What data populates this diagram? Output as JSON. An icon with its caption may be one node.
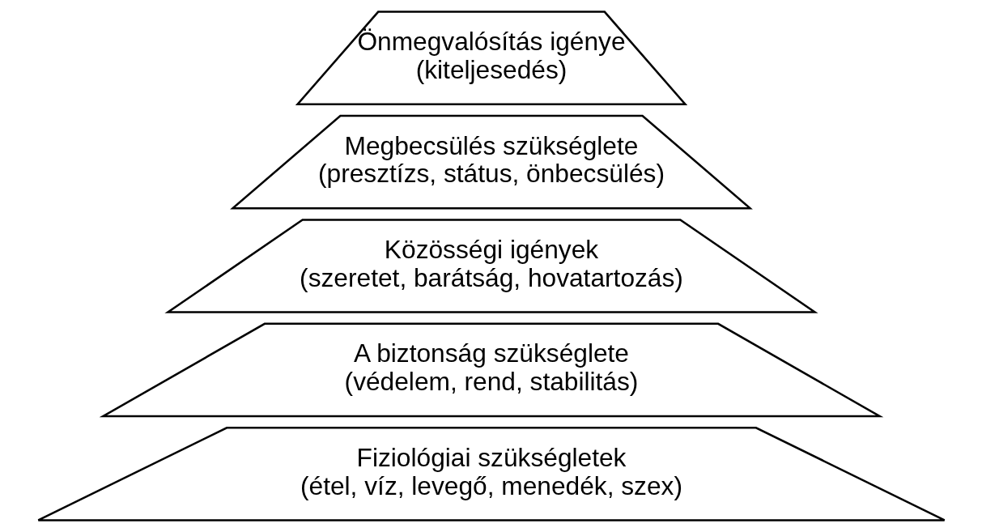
{
  "diagram": {
    "nodes": [
      {
        "text": [
          "Önmegvalósítás igénye",
          "(kiteljesedés)"
        ]
      },
      {
        "text": [
          "Megbecsülés szükséglete",
          "(presztízs, státus, önbecsülés)"
        ]
      },
      {
        "text": [
          "Közösségi igények",
          "(szeretet, barátság, hovatartozás)"
        ]
      },
      {
        "text": [
          "A biztonság szükséglete",
          "(védelem, rend, stabilitás)"
        ]
      },
      {
        "text": [
          "Fiziológiai szükségletek",
          "(étel, víz, levegő, menedék, szex)"
        ]
      }
    ]
  }
}
